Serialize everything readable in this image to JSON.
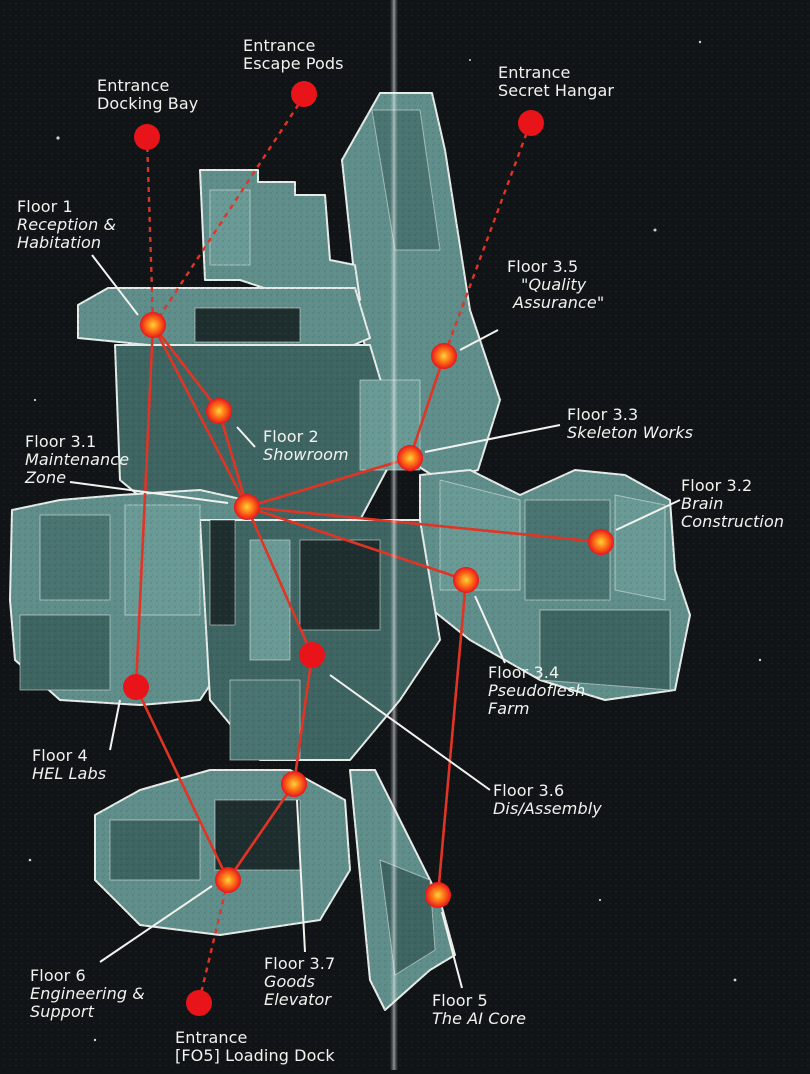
{
  "labels": {
    "docking": {
      "title": "Entrance",
      "sub": "Docking Bay"
    },
    "escape": {
      "title": "Entrance",
      "sub": "Escape Pods"
    },
    "hangar": {
      "title": "Entrance",
      "sub": "Secret Hangar"
    },
    "loading": {
      "title": "Entrance",
      "sub": "[FO5] Loading Dock"
    },
    "f1": {
      "title": "Floor 1",
      "sub1": "Reception &",
      "sub2": "Habitation"
    },
    "f2": {
      "title": "Floor 2",
      "sub1": "Showroom"
    },
    "f31": {
      "title": "Floor 3.1",
      "sub1": "Maintenance",
      "sub2": "Zone"
    },
    "f32": {
      "title": "Floor 3.2",
      "sub1": "Brain",
      "sub2": "Construction"
    },
    "f33": {
      "title": "Floor 3.3",
      "sub1": "Skeleton Works"
    },
    "f34": {
      "title": "Floor 3.4",
      "sub1": "Pseudoflesh",
      "sub2": "Farm"
    },
    "f35": {
      "title": "Floor 3.5",
      "sub1": "\"Quality",
      "sub2": "Assurance\""
    },
    "f36": {
      "title": "Floor 3.6",
      "sub1": "Dis/Assembly"
    },
    "f37": {
      "title": "Floor 3.7",
      "sub1": "Goods",
      "sub2": "Elevator"
    },
    "f4": {
      "title": "Floor 4",
      "sub1": "HEL Labs"
    },
    "f5": {
      "title": "Floor 5",
      "sub1": "The AI Core"
    },
    "f6": {
      "title": "Floor 6",
      "sub1": "Engineering &",
      "sub2": "Support"
    }
  },
  "colors": {
    "background": "#101417",
    "hull_light": "#5f8e8b",
    "hull_mid": "#3f6563",
    "hull_dark": "#1e2e2f",
    "hull_outline": "#e8ece8",
    "route_red": "#e03424",
    "marker_red": "#e8141a",
    "leader_white": "#f2f2ee"
  }
}
